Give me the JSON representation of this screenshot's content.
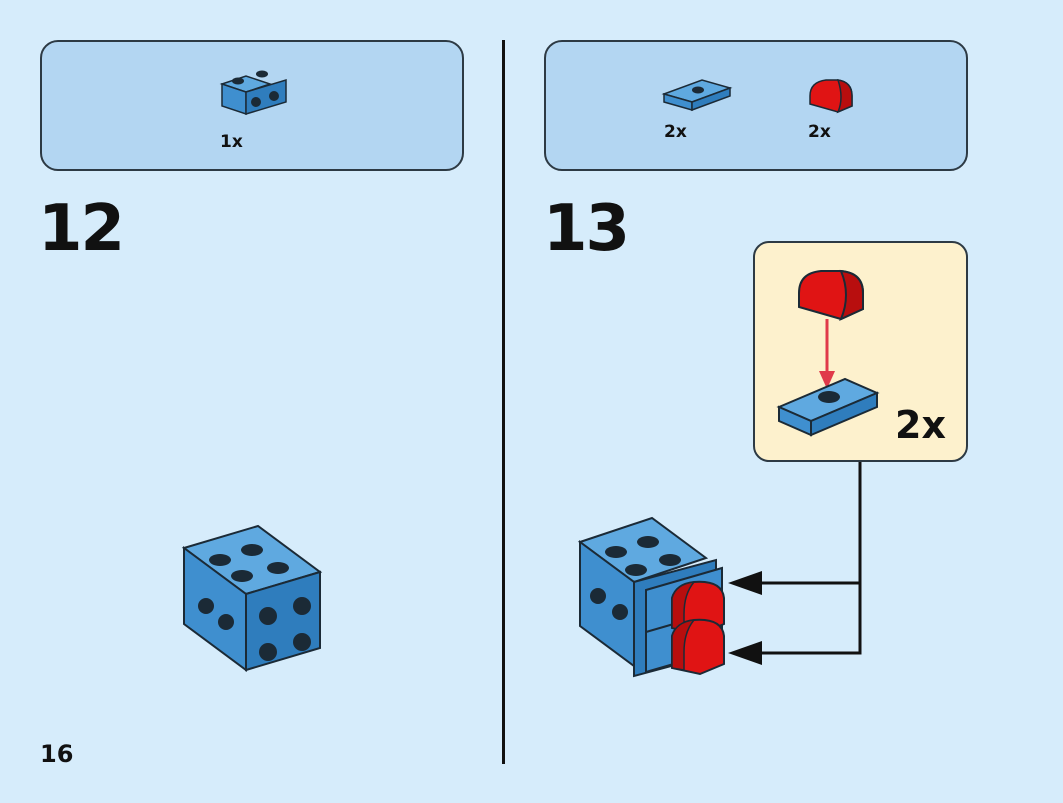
{
  "page_number": "16",
  "steps": [
    {
      "number": "12",
      "parts": [
        {
          "icon": "blue-2x2-bracket-brick-icon",
          "qty": "1x",
          "color": "#3f8fcf"
        }
      ]
    },
    {
      "number": "13",
      "parts": [
        {
          "icon": "blue-1x2-jumper-plate-icon",
          "qty": "2x",
          "color": "#3f8fcf"
        },
        {
          "icon": "red-curved-slope-brick-icon",
          "qty": "2x",
          "color": "#e01414"
        }
      ],
      "callout": {
        "qty": "2x"
      }
    }
  ],
  "colors": {
    "background": "#d6ecfb",
    "parts_box": "#b3d6f2",
    "callout": "#fdf1cd",
    "brick_blue": "#3f8fcf",
    "brick_red": "#e01414",
    "arrow_red": "#e03a4a"
  }
}
